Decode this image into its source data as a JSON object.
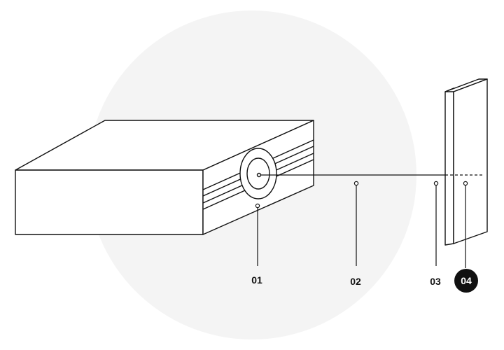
{
  "callouts": {
    "c1": {
      "label": "01",
      "highlighted": false
    },
    "c2": {
      "label": "02",
      "highlighted": false
    },
    "c3": {
      "label": "03",
      "highlighted": false
    },
    "c4": {
      "label": "04",
      "highlighted": true
    }
  },
  "colors": {
    "stroke": "#111111",
    "background": "#ffffff",
    "halo": "#f4f4f4",
    "highlight_fill": "#111111",
    "highlight_text": "#ffffff"
  }
}
